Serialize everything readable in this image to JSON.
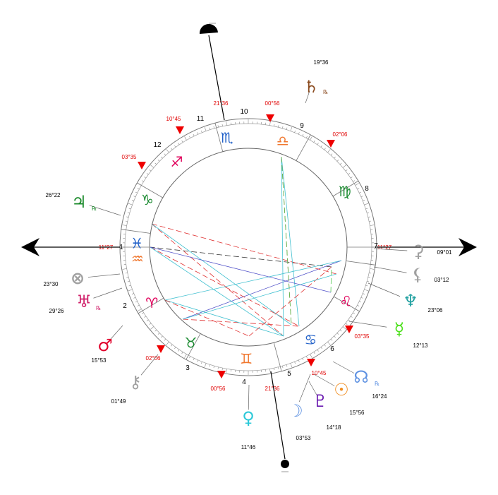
{
  "angles": {
    "asc": {
      "sign": "pisces",
      "label": "11°27"
    },
    "dsc": {
      "sign": "virgo",
      "label": "11°27"
    },
    "mc": {
      "sign": "sagittarius",
      "label": "21°36"
    },
    "ic": {
      "sign": "gemini",
      "label": "21°36"
    }
  },
  "signs": [
    {
      "name": "aries",
      "symbol": "♈",
      "color": "#e0005a"
    },
    {
      "name": "taurus",
      "symbol": "♉",
      "color": "#1a8a30"
    },
    {
      "name": "gemini",
      "symbol": "♊",
      "color": "#f07830"
    },
    {
      "name": "cancer",
      "symbol": "♋",
      "color": "#2060c8"
    },
    {
      "name": "leo",
      "symbol": "♌",
      "color": "#e0005a"
    },
    {
      "name": "virgo",
      "symbol": "♍",
      "color": "#1a8a30"
    },
    {
      "name": "libra",
      "symbol": "♎",
      "color": "#f07830"
    },
    {
      "name": "scorpio",
      "symbol": "♏",
      "color": "#2060c8"
    },
    {
      "name": "sagittarius",
      "symbol": "♐",
      "color": "#e0005a"
    },
    {
      "name": "capricorn",
      "symbol": "♑",
      "color": "#1a8a30"
    },
    {
      "name": "aquarius",
      "symbol": "♒",
      "color": "#f07830"
    },
    {
      "name": "pisces",
      "symbol": "♓",
      "color": "#2060c8"
    }
  ],
  "cusps": [
    {
      "house": "1",
      "label": "11°27"
    },
    {
      "house": "2",
      "label": "02°06"
    },
    {
      "house": "3",
      "label": "00°56"
    },
    {
      "house": "4",
      "label": "21°36"
    },
    {
      "house": "5",
      "label": "10°45"
    },
    {
      "house": "6",
      "label": "03°35"
    },
    {
      "house": "7",
      "label": "11°27"
    },
    {
      "house": "8",
      "label": "02°06"
    },
    {
      "house": "9",
      "label": "00°56"
    },
    {
      "house": "10",
      "label": "21°36"
    },
    {
      "house": "11",
      "label": "10°45"
    },
    {
      "house": "12",
      "label": "03°35"
    }
  ],
  "planets": [
    {
      "id": "sun",
      "name": "sun",
      "symbol": "☉",
      "color": "#f08c1e",
      "label": "15°56",
      "retro": false
    },
    {
      "id": "moon",
      "name": "moon",
      "symbol": "☽",
      "color": "#5f92e2",
      "label": "03°53",
      "retro": false
    },
    {
      "id": "mercury",
      "name": "mercury",
      "symbol": "☿",
      "color": "#4ee01e",
      "label": "12°13",
      "retro": false
    },
    {
      "id": "venus",
      "name": "venus",
      "symbol": "♀",
      "color": "#2ac8d8",
      "label": "11°46",
      "retro": false
    },
    {
      "id": "mars",
      "name": "mars",
      "symbol": "♂",
      "color": "#e0002a",
      "label": "15°53",
      "retro": false
    },
    {
      "id": "jupiter",
      "name": "jupiter",
      "symbol": "♃",
      "color": "#1a8a2a",
      "label": "26°22",
      "retro": true
    },
    {
      "id": "saturn",
      "name": "saturn",
      "symbol": "♄",
      "color": "#8a4a1e",
      "label": "19°36",
      "retro": true
    },
    {
      "id": "uranus",
      "name": "uranus",
      "symbol": "♅",
      "color": "#d0206a",
      "label": "29°26",
      "retro": true
    },
    {
      "id": "neptune",
      "name": "neptune",
      "symbol": "♆",
      "color": "#20a0a0",
      "label": "23°06",
      "retro": false
    },
    {
      "id": "pluto",
      "name": "pluto",
      "symbol": "♇",
      "color": "#6a1ab0",
      "label": "14°18",
      "retro": false
    },
    {
      "id": "node",
      "name": "north-node",
      "symbol": "☊",
      "color": "#5f92e2",
      "label": "16°24",
      "retro": true
    },
    {
      "id": "chiron",
      "name": "chiron",
      "symbol": "⚷",
      "color": "#a0a0a0",
      "label": "01°49",
      "retro": false
    },
    {
      "id": "lilith",
      "name": "lilith",
      "symbol": "⚸",
      "color": "#a0a0a0",
      "label": "03°12",
      "retro": false
    },
    {
      "id": "ceres",
      "name": "ceres",
      "symbol": "⚳",
      "color": "#a0a0a0",
      "label": "09°01",
      "retro": false
    },
    {
      "id": "fortune",
      "name": "part-of-fortune",
      "symbol": "⊗",
      "color": "#a0a0a0",
      "label": "23°30",
      "retro": false
    }
  ],
  "retro_symbol": "℞",
  "aspects": [
    {
      "from": "ceres",
      "to": "fortune",
      "color": "#333333",
      "style": "dashed"
    },
    {
      "from": "mars",
      "to": "pluto",
      "color": "#e03030",
      "style": "dashed"
    },
    {
      "from": "mars",
      "to": "neptune",
      "color": "#5050c8",
      "style": "solid"
    },
    {
      "from": "jupiter",
      "to": "moon",
      "color": "#e03030",
      "style": "dashed"
    },
    {
      "from": "jupiter",
      "to": "lilith",
      "color": "#e03030",
      "style": "dashed"
    },
    {
      "from": "fortune",
      "to": "pluto",
      "color": "#e03030",
      "style": "dashed"
    },
    {
      "from": "uranus",
      "to": "neptune",
      "color": "#40c0d0",
      "style": "solid"
    },
    {
      "from": "uranus",
      "to": "moon",
      "color": "#40c0d0",
      "style": "solid"
    },
    {
      "from": "uranus",
      "to": "venus",
      "color": "#e03030",
      "style": "dashed"
    },
    {
      "from": "saturn",
      "to": "moon",
      "color": "#40c0d0",
      "style": "solid"
    },
    {
      "from": "saturn",
      "to": "pluto",
      "color": "#40c0d0",
      "style": "solid"
    },
    {
      "from": "saturn",
      "to": "sun",
      "color": "#e03030",
      "style": "dashed"
    },
    {
      "from": "saturn",
      "to": "sun",
      "color": "#50c850",
      "style": "dashed"
    },
    {
      "from": "mercury",
      "to": "ceres",
      "color": "#50c850",
      "style": "dashed"
    },
    {
      "from": "sun",
      "to": "jupiter",
      "color": "#40c0d0",
      "style": "solid"
    },
    {
      "from": "moon",
      "to": "fortune",
      "color": "#40c0d0",
      "style": "solid"
    },
    {
      "from": "venus",
      "to": "ceres",
      "color": "#e03030",
      "style": "dashed"
    },
    {
      "from": "mars",
      "to": "lilith",
      "color": "#40c0d0",
      "style": "solid"
    },
    {
      "from": "mercury",
      "to": "fortune",
      "color": "#5050c8",
      "style": "solid"
    }
  ]
}
